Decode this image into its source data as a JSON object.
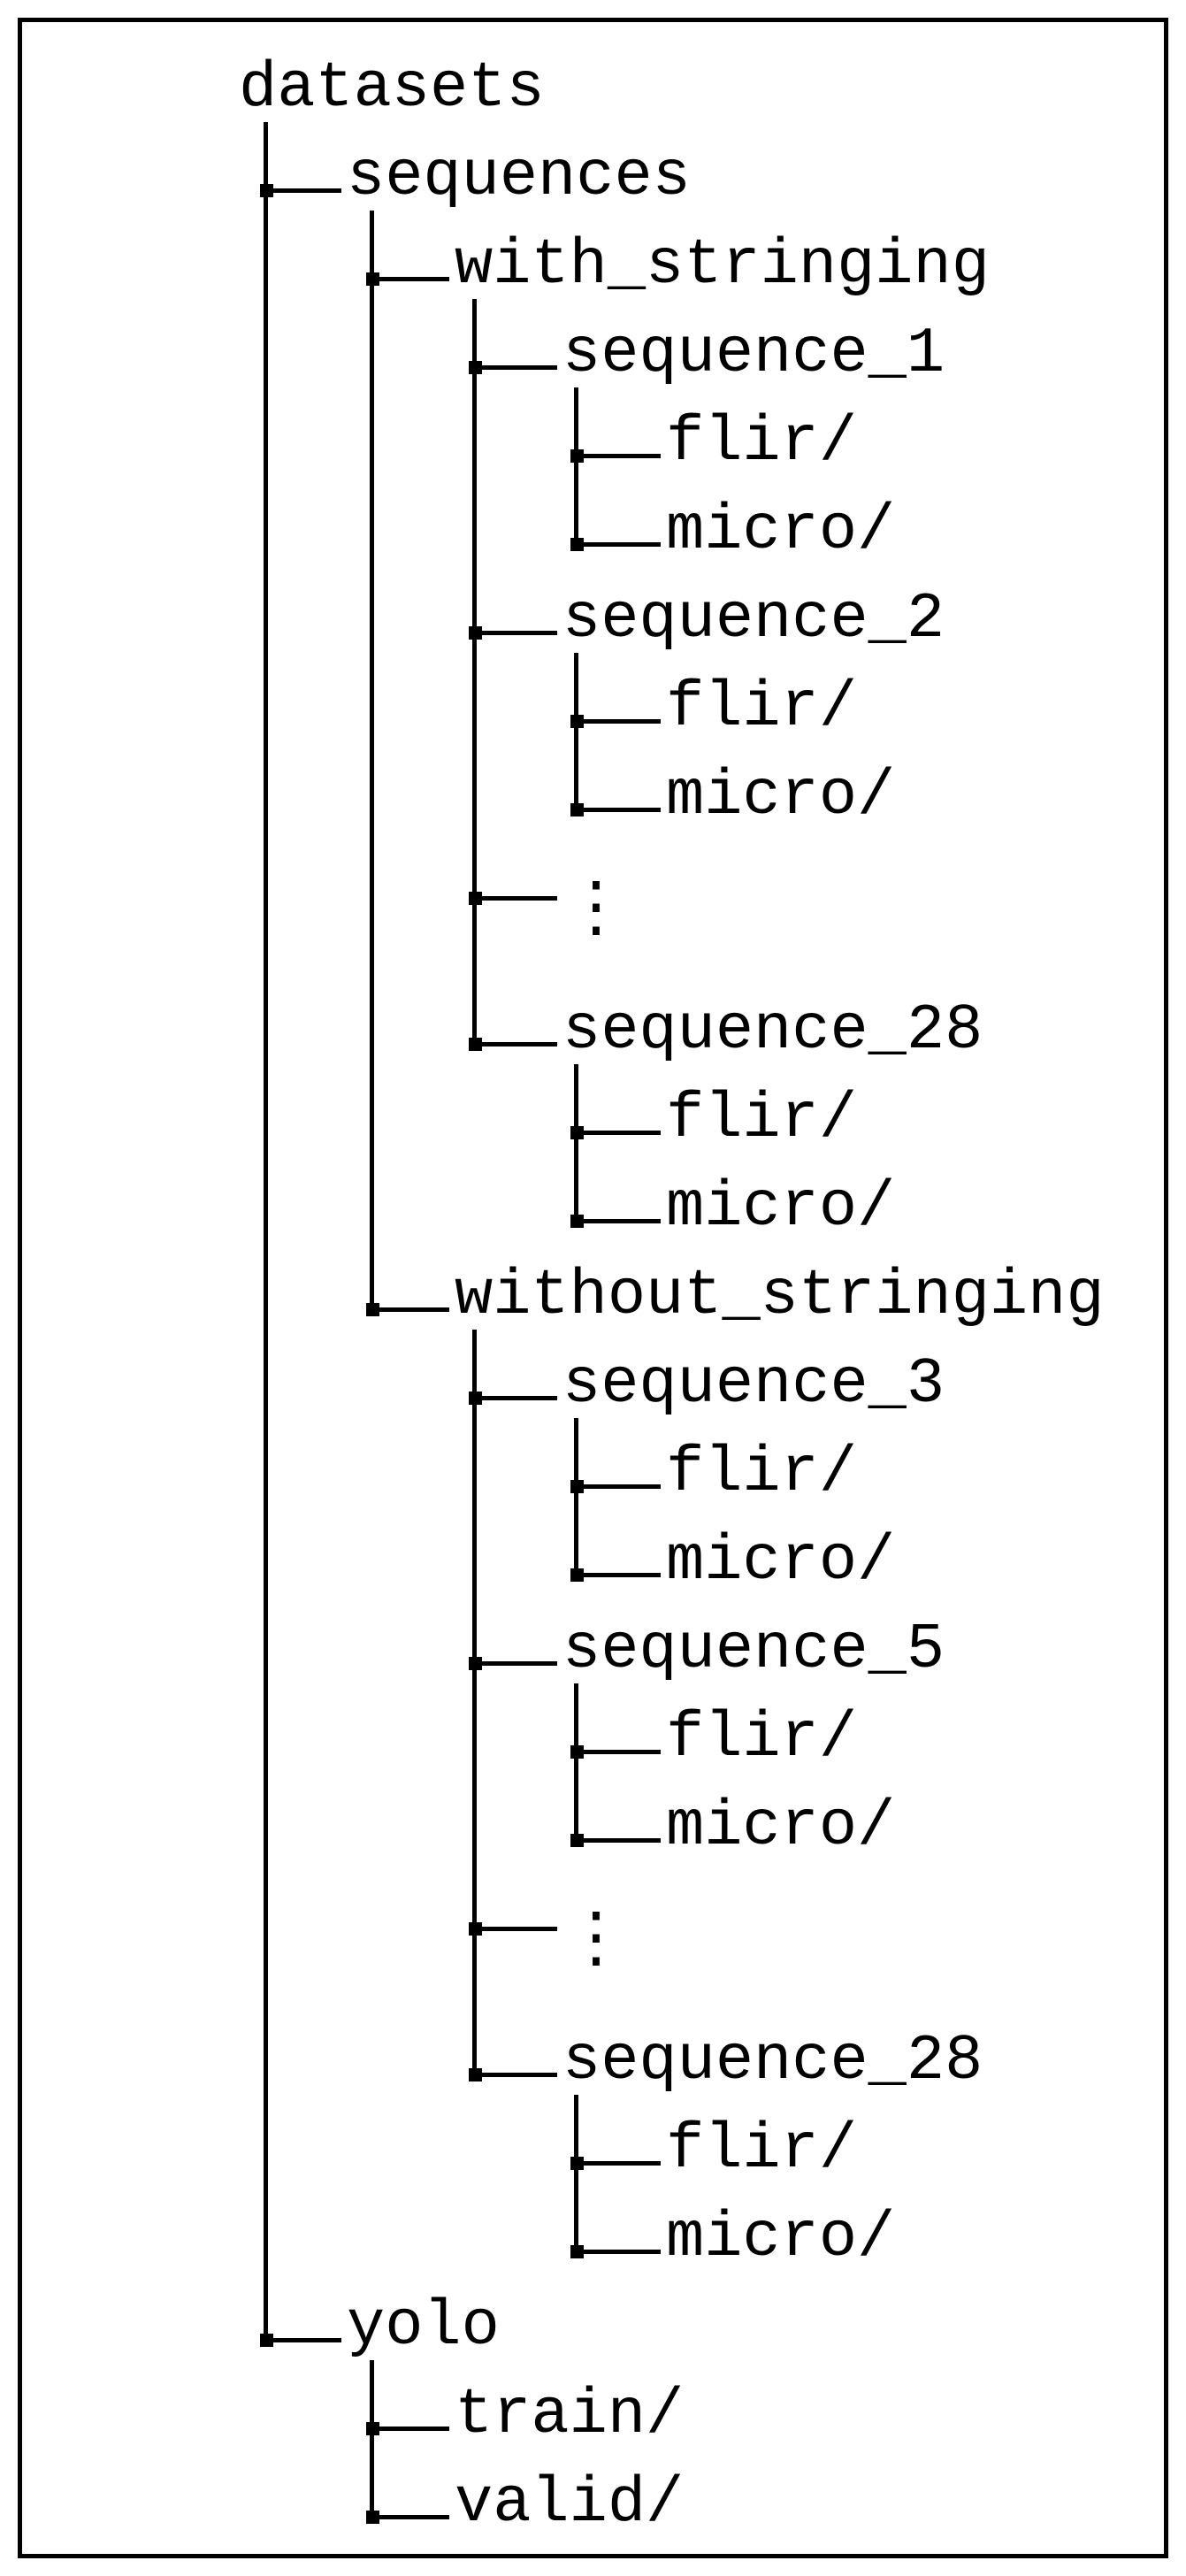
{
  "figure": {
    "type": "directory-tree",
    "background_color": "#ffffff",
    "line_color": "#000000",
    "text_color": "#000000",
    "ellipsis_symbol": "⋮"
  },
  "tree": {
    "root_label": "datasets",
    "rows": [
      {
        "label": "datasets"
      },
      {
        "label": "sequences"
      },
      {
        "label": "with_stringing"
      },
      {
        "label": "sequence_1"
      },
      {
        "label": "flir/"
      },
      {
        "label": "micro/"
      },
      {
        "label": "sequence_2"
      },
      {
        "label": "flir/"
      },
      {
        "label": "micro/"
      },
      {
        "label": "⋮"
      },
      {
        "label": "sequence_28"
      },
      {
        "label": "flir/"
      },
      {
        "label": "micro/"
      },
      {
        "label": "without_stringing"
      },
      {
        "label": "sequence_3"
      },
      {
        "label": "flir/"
      },
      {
        "label": "micro/"
      },
      {
        "label": "sequence_5"
      },
      {
        "label": "flir/"
      },
      {
        "label": "micro/"
      },
      {
        "label": "⋮"
      },
      {
        "label": "sequence_28"
      },
      {
        "label": "flir/"
      },
      {
        "label": "micro/"
      },
      {
        "label": "yolo"
      },
      {
        "label": "train/"
      },
      {
        "label": "valid/"
      }
    ]
  }
}
